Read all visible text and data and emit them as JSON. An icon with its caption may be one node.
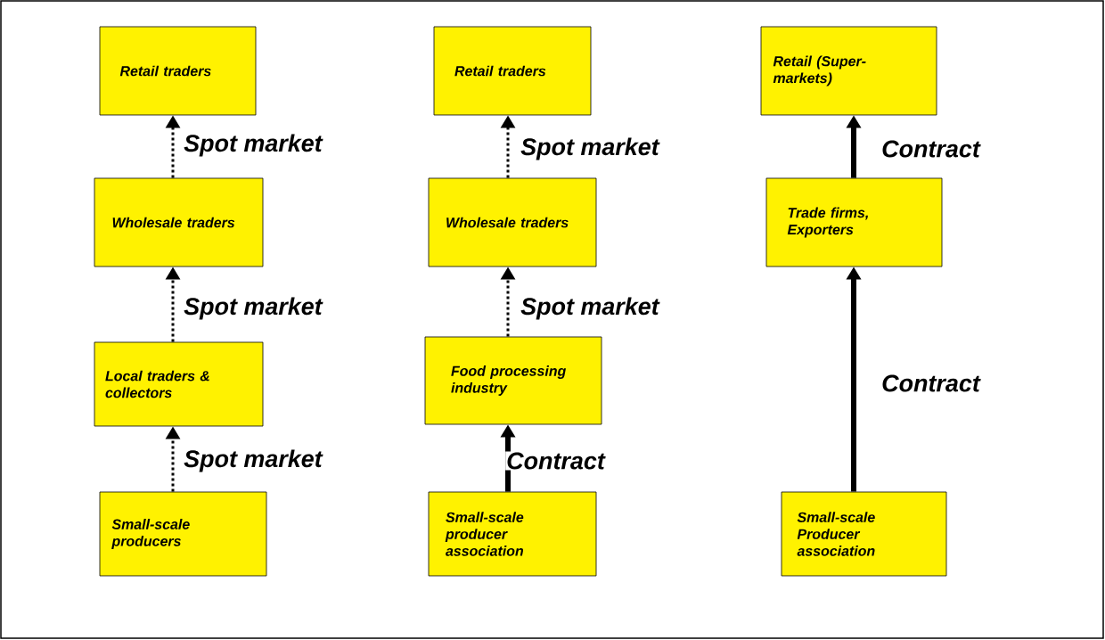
{
  "diagram": {
    "nodes": [
      {
        "text": [
          "Retail traders"
        ]
      },
      {
        "text": [
          "Wholesale traders"
        ]
      },
      {
        "text": [
          "Local traders & collectors"
        ]
      },
      {
        "text": [
          "Small-scale producers"
        ]
      },
      {
        "text": [
          "Retail traders"
        ]
      },
      {
        "text": [
          "Wholesale traders"
        ]
      },
      {
        "text": [
          "Food processing industry"
        ]
      },
      {
        "text": [
          "Small-scale producer association"
        ]
      },
      {
        "text": [
          "Retail (Super-markets)"
        ]
      },
      {
        "text": [
          "Trade firms, Exporters"
        ]
      },
      {
        "text": [
          "Small-scale Producer association"
        ]
      }
    ],
    "edges": [
      {
        "from": 1,
        "to": 0,
        "arrow": "to",
        "label": "Spot market",
        "style": "dashed"
      },
      {
        "from": 2,
        "to": 1,
        "arrow": "to",
        "label": "Spot market",
        "style": "dashed"
      },
      {
        "from": 3,
        "to": 2,
        "arrow": "to",
        "label": "Spot market",
        "style": "dashed"
      },
      {
        "from": 5,
        "to": 4,
        "arrow": "to",
        "label": "Spot market",
        "style": "dashed"
      },
      {
        "from": 6,
        "to": 5,
        "arrow": "to",
        "label": "Spot market",
        "style": "dashed"
      },
      {
        "from": 7,
        "to": 6,
        "arrow": "to",
        "label": "Contract",
        "style": "thick"
      },
      {
        "from": 9,
        "to": 8,
        "arrow": "to",
        "label": "Contract",
        "style": "thick"
      },
      {
        "from": 10,
        "to": 9,
        "arrow": "to",
        "label": "Contract",
        "style": "thick"
      }
    ]
  }
}
